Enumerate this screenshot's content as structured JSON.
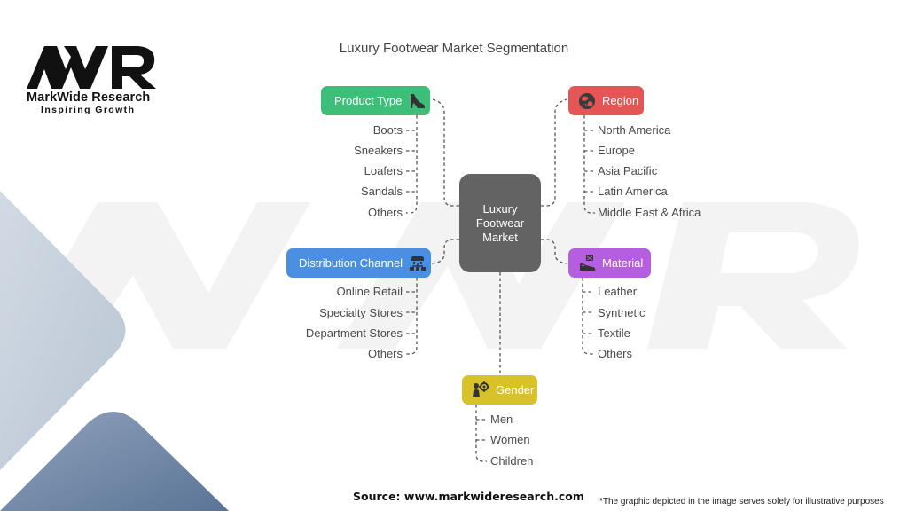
{
  "brand": {
    "logo_letters": "MWR",
    "name": "MarkWide Research",
    "tagline": "Inspiring Growth"
  },
  "title": "Luxury Footwear Market Segmentation",
  "center": {
    "label": "Luxury Footwear Market",
    "color": "#636363"
  },
  "categories": {
    "product_type": {
      "label": "Product Type",
      "icon": "high-heel-shoe-icon",
      "color": "#3dbf7a",
      "items": [
        "Boots",
        "Sneakers",
        "Loafers",
        "Sandals",
        "Others"
      ]
    },
    "region": {
      "label": "Region",
      "icon": "globe-icon",
      "color": "#e45555",
      "items": [
        "North America",
        "Europe",
        "Asia Pacific",
        "Latin America",
        "Middle East & Africa"
      ]
    },
    "distribution_channel": {
      "label": "Distribution Channel",
      "icon": "network-hierarchy-icon",
      "color": "#4a8fe2",
      "items": [
        "Online Retail",
        "Specialty Stores",
        "Department Stores",
        "Others"
      ]
    },
    "material": {
      "label": "Material",
      "icon": "sneaker-fabric-icon",
      "color": "#b55ee0",
      "items": [
        "Leather",
        "Synthetic",
        "Textile",
        "Others"
      ]
    },
    "gender": {
      "label": "Gender",
      "icon": "person-gear-icon",
      "color": "#d8c22a",
      "items": [
        "Men",
        "Women",
        "Children"
      ]
    }
  },
  "footer": {
    "source": "Source: www.markwideresearch.com",
    "disclaimer": "*The graphic depicted in the image serves solely for illustrative purposes"
  }
}
